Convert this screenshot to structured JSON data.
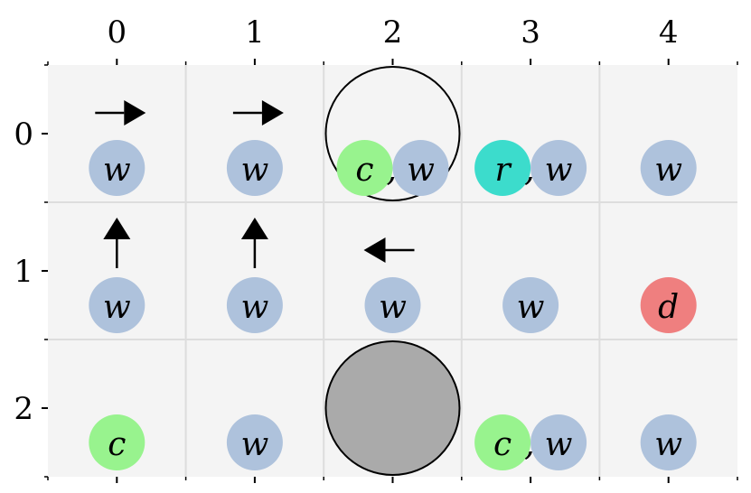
{
  "grid": {
    "cols": 5,
    "rows": 3,
    "x_ticks": [
      "0",
      "1",
      "2",
      "3",
      "4"
    ],
    "y_ticks": [
      "0",
      "1",
      "2"
    ]
  },
  "colors": {
    "background": "#ffffff",
    "cell_fill": "#f4f4f4",
    "grid_line": "#dddddd",
    "w": "#aec2dc",
    "c": "#98f38e",
    "r": "#3cdccc",
    "d": "#ef7f7f",
    "obstacle_fill": "#aaaaaa",
    "outline": "#000000"
  },
  "cells": [
    {
      "col": 0,
      "row": 0,
      "tokens": [
        "w"
      ],
      "arrow": "right"
    },
    {
      "col": 1,
      "row": 0,
      "tokens": [
        "w"
      ],
      "arrow": "right"
    },
    {
      "col": 2,
      "row": 0,
      "tokens": [
        "c",
        "w"
      ],
      "ring": true
    },
    {
      "col": 3,
      "row": 0,
      "tokens": [
        "r",
        "w"
      ]
    },
    {
      "col": 4,
      "row": 0,
      "tokens": [
        "w"
      ]
    },
    {
      "col": 0,
      "row": 1,
      "tokens": [
        "w"
      ],
      "arrow": "up"
    },
    {
      "col": 1,
      "row": 1,
      "tokens": [
        "w"
      ],
      "arrow": "up"
    },
    {
      "col": 2,
      "row": 1,
      "tokens": [
        "w"
      ],
      "arrow": "left"
    },
    {
      "col": 3,
      "row": 1,
      "tokens": [
        "w"
      ]
    },
    {
      "col": 4,
      "row": 1,
      "tokens": [
        "d"
      ]
    },
    {
      "col": 0,
      "row": 2,
      "tokens": [
        "c"
      ]
    },
    {
      "col": 1,
      "row": 2,
      "tokens": [
        "w"
      ]
    },
    {
      "col": 2,
      "row": 2,
      "tokens": [],
      "obstacle": true
    },
    {
      "col": 3,
      "row": 2,
      "tokens": [
        "c",
        "w"
      ]
    },
    {
      "col": 4,
      "row": 2,
      "tokens": [
        "w"
      ]
    }
  ]
}
